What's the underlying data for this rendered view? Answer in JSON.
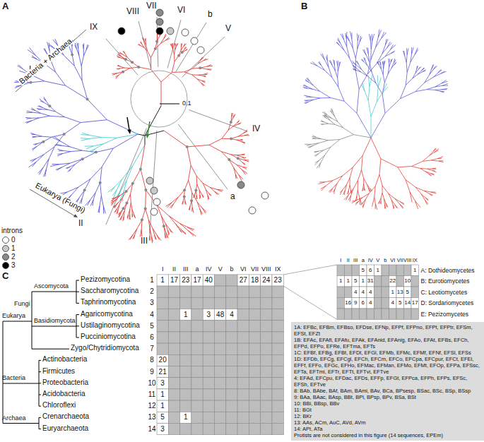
{
  "diagram": {
    "nodes": [
      {
        "text": [
          "1A: EFBc, EFBm, EFBso, EFDse, EFNp, EFPf, EFPno, EFPt, EFPtr, EFSm, EFSt, EFZt",
          "1B: EFAc, EFAfl, EFAfu, EFAk, EFAnid, EFAnig, EFAo, EFAt, EFBs, EFCh, EFPd, EFPo, EFRe, EFTma, EFTs",
          "1C: EFBf, EFBg, EFBt, EFDt, EFGl, EFMb, EFMc, EFMf, EFNf, EFSl, EFSs",
          "1D: EFDb, EFCg, EFCgl, EFCh, EFCm, EFCo, EFCpa, EFCpur, EFCt, EFEl, EFFf, EFFo, EFGc, EFHo, EFMac, EFMan, EFMo, EFMt, EFOp, EFPa, EFSsc, EFTa, EFTmi, EFTr, EFTt, EFTvi, EFTve",
          "4: EFAd, EFCpu, EFDac, EFDs, EFFp, EFGt, EFPca, EFPh, EFPs, EFSc, EFSh, EFTve",
          "8: BAb, BAbe, BAf, BAm, BAmi, BAv, BCa, BPsesp, BSac, BSc, BSp, BSsp",
          "9: BAa, BAac, BAsp, BBt, BPl, BPsp, BPv, BSa, BSt",
          "10: BBi, BBsp, BBv",
          "11: BGt",
          "12: BKr",
          "13: AAs, ACm, AuC, AVd, AVm",
          "14: APt, ATa",
          "Protists are not considered in this figure (14 sequences, EPEm)"
        ]
      }
    ],
    "labels": [
      "A",
      "B",
      "C",
      "IX",
      "VIII",
      "VII",
      "VI",
      "b",
      "V",
      "I",
      "IV",
      "II",
      "a",
      "III",
      "Bacteria + Archaea",
      "Eukarya (Fungi)",
      "0.1",
      "introns",
      "Pezizomycotina",
      "Ascomycota",
      "Saccharomycotina",
      "Eukarya",
      "Fungi",
      "Taphrinomycotina",
      "Agaricomycotina",
      "Basidiomycota",
      "Ustilaginomycotina",
      "Pucciniomycotina",
      "Zygo/Chytridiomycota",
      "Actinobacteria",
      "Firmicutes",
      "Proteobacteria",
      "Bacteria",
      "Acidobacteria",
      "Chloroflexi",
      "Crenarchaeota",
      "Archaea",
      "Euryarchaeota",
      "I",
      "II",
      "III",
      "a",
      "IV",
      "V",
      "b",
      "VI",
      "VII",
      "VIII",
      "IX",
      "I",
      "II",
      "III",
      "a",
      "IV",
      "V",
      "b",
      "VI",
      "VII",
      "VIII",
      "IX",
      "1",
      "2",
      "3",
      "4",
      "5",
      "6",
      "7",
      "8",
      "9",
      "10",
      "11",
      "12",
      "13",
      "14",
      "1",
      "17",
      "23",
      "17",
      "40",
      "27",
      "18",
      "24",
      "23",
      "1",
      "3",
      "48",
      "4",
      "20",
      "21",
      "3",
      "1",
      "1",
      "5",
      "1",
      "3",
      "5",
      "6",
      "1",
      "1",
      "1",
      "1",
      "5",
      "1",
      "31",
      "22",
      "10",
      "4",
      "4",
      "4",
      "1",
      "13",
      "5",
      "16",
      "9",
      "6",
      "4",
      "4",
      "5",
      "14",
      "17",
      "A: Dothideomycetes",
      "B: Eurotiomycetes",
      "C: Leotiomycetes",
      "D: Sordariomycetes",
      "E: Pezizomycetes"
    ],
    "legend": [
      {
        "text": "0",
        "color": "#ffffff"
      },
      {
        "text": "1",
        "color": "#c8c8c8"
      },
      {
        "text": "2",
        "color": "#8a8a8a"
      },
      {
        "text": "3",
        "color": "#000000"
      }
    ]
  }
}
